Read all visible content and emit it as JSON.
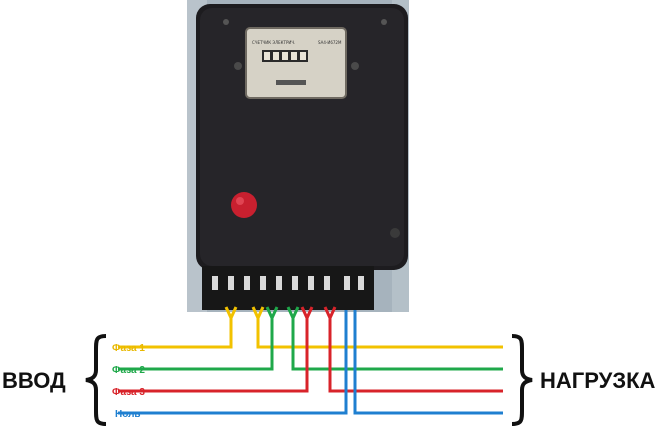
{
  "left_label": "ВВОД",
  "right_label": "НАГРУЗКА",
  "wires": [
    {
      "label": "Фаза 1",
      "color": "#f2c200"
    },
    {
      "label": "Фаза 2",
      "color": "#1fa84a"
    },
    {
      "label": "Фаза 3",
      "color": "#d8232a"
    },
    {
      "label": "Ноль",
      "color": "#1f7fd0"
    }
  ],
  "meter": {
    "window_text_top": "СЧЕТЧИК ЭЛЕКТРИЧ.",
    "window_text_bottom": "SA4-И672M"
  },
  "colors": {
    "meter_body": "#1d1c1f",
    "background_wall": "#a9b7c2",
    "button": "#c8202f"
  }
}
